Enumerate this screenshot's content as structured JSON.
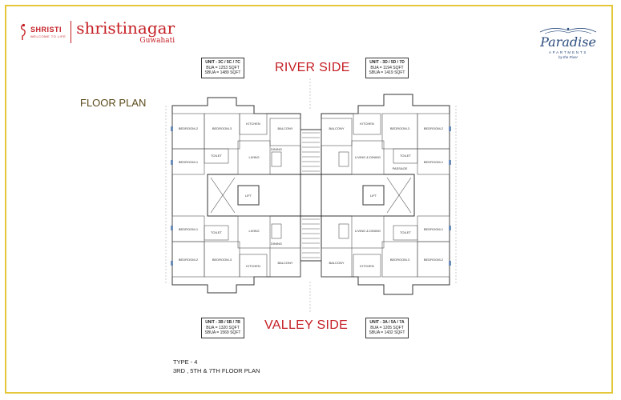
{
  "brand": {
    "small_name": "SHRISTI",
    "small_tagline": "WELCOME TO LIFE",
    "big_name": "shristinagar",
    "location": "Guwahati"
  },
  "project_logo": {
    "title": "Paradise",
    "subtitle": "APARTMENTS",
    "byline": "by the River"
  },
  "floor_plan_label": "FLOOR PLAN",
  "river_side": "RIVER SIDE",
  "valley_side": "VALLEY SIDE",
  "units": {
    "top_left": {
      "unit": "UNIT - 3C / 5C / 7C",
      "bua": "BUA = 1253 SQFT",
      "sbua": "SBUA = 1489 SQFT"
    },
    "top_right": {
      "unit": "UNIT - 3D / 5D / 7D",
      "bua": "BUA = 1194 SQFT",
      "sbua": "SBUA = 1419 SQFT"
    },
    "bottom_left": {
      "unit": "UNIT - 3B / 5B / 7B",
      "bua": "BUA = 1320 SQFT",
      "sbua": "SBUA = 1569 SQFT"
    },
    "bottom_right": {
      "unit": "UNIT - 3A / 5A / 7A",
      "bua": "BUA = 1205 SQFT",
      "sbua": "SBUA = 1432 SQFT"
    }
  },
  "type_label": "TYPE - 4",
  "floors_label": "3RD , 5TH & 7TH  FLOOR PLAN",
  "rooms": {
    "bedroom1": "BEDROOM-1",
    "bedroom2": "BEDROOM-2",
    "bedroom3": "BEDROOM-3",
    "kitchen": "KITCHEN",
    "balcony": "BALCONY",
    "toilet": "TOILET",
    "living": "LIVING",
    "dining": "DINING",
    "living_dining": "LIVING & DINING",
    "lift": "LIFT",
    "passage": "PASSAGE"
  },
  "colors": {
    "frame": "#e5c73a",
    "brand_red": "#c41e24",
    "logo_blue": "#2b4c7e"
  }
}
